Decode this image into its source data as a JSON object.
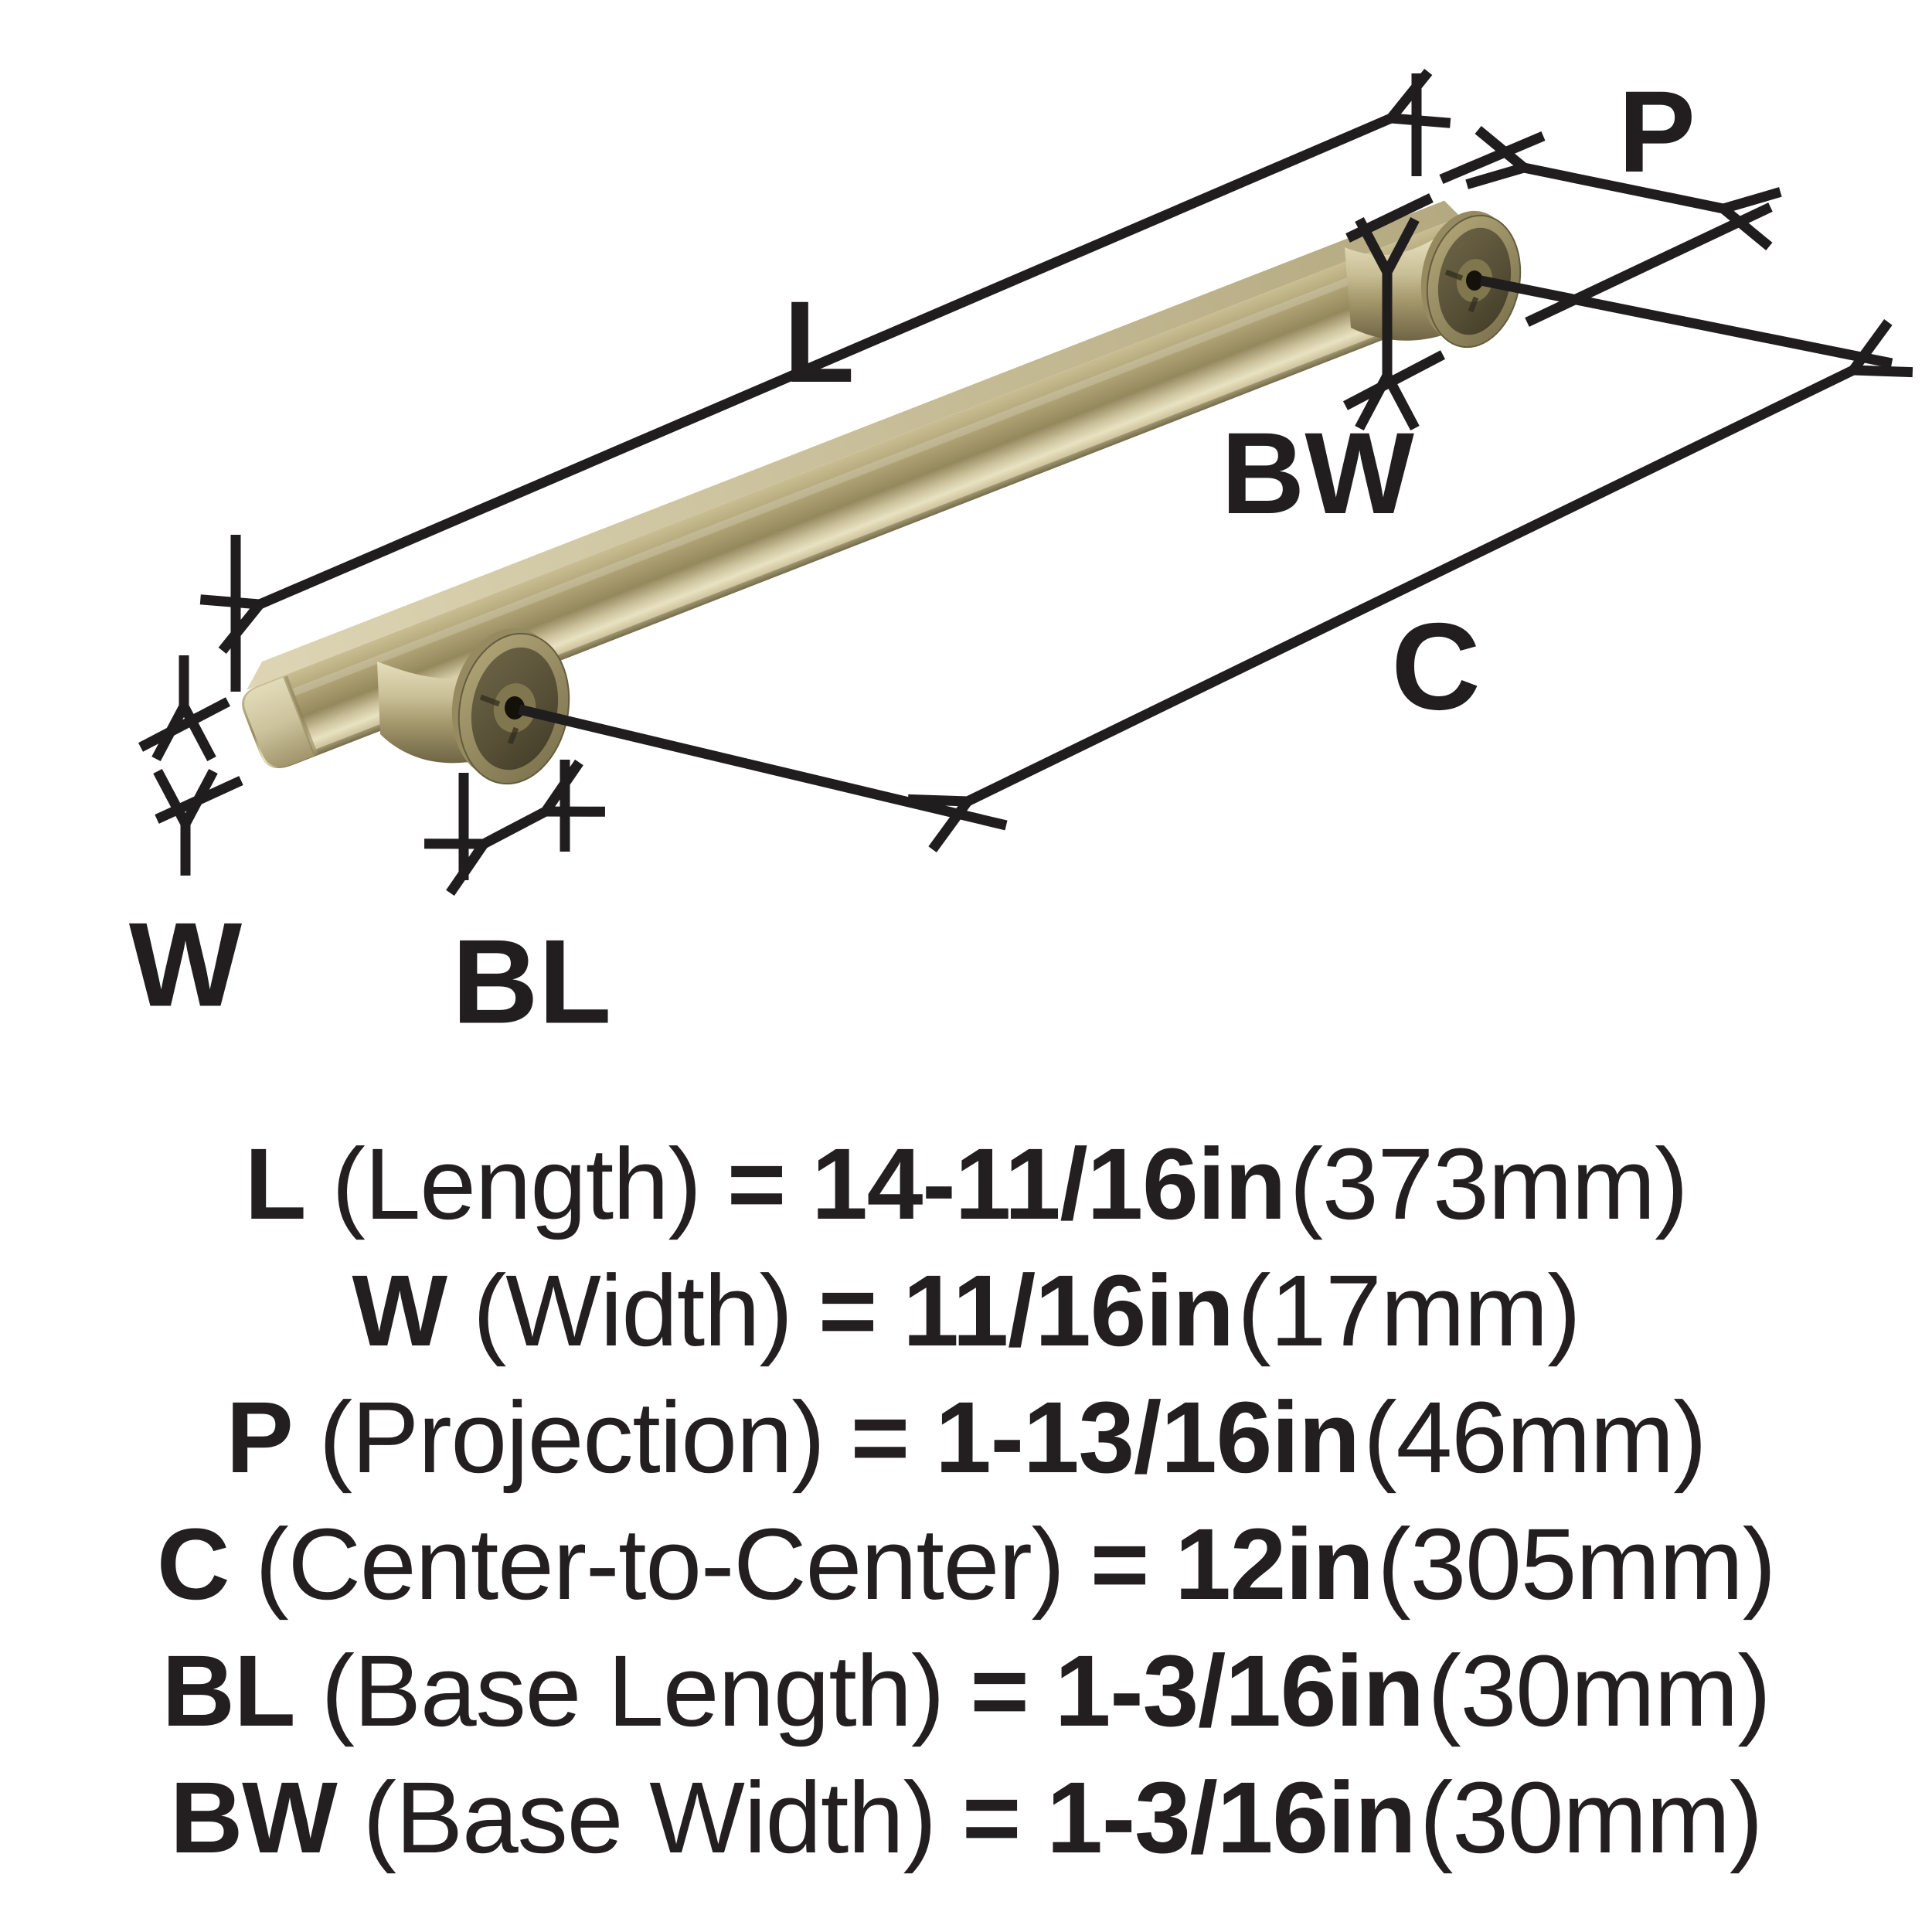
{
  "diagram": {
    "labels": {
      "length": "L",
      "projection": "P",
      "base_width": "BW",
      "center_to_center": "C",
      "width": "W",
      "base_length": "BL"
    },
    "line_color": "#1f1d1e",
    "handle_color": "#b6ab7e",
    "base_face_color": "#5a5138"
  },
  "specs": {
    "rows": [
      {
        "var": "L",
        "desc": "(Length)",
        "eq": "=",
        "value": "14-11/16in",
        "metric": "(373mm)"
      },
      {
        "var": "W",
        "desc": "(Width)",
        "eq": "=",
        "value": "11/16in",
        "metric": "(17mm)"
      },
      {
        "var": "P",
        "desc": "(Projection)",
        "eq": "=",
        "value": "1-13/16in",
        "metric": "(46mm)"
      },
      {
        "var": "C",
        "desc": "(Center-to-Center)",
        "eq": "=",
        "value": "12in",
        "metric": "(305mm)"
      },
      {
        "var": "BL",
        "desc": "(Base Length)",
        "eq": "=",
        "value": "1-3/16in",
        "metric": "(30mm)"
      },
      {
        "var": "BW",
        "desc": "(Base Width)",
        "eq": "=",
        "value": "1-3/16in",
        "metric": "(30mm)"
      }
    ]
  }
}
